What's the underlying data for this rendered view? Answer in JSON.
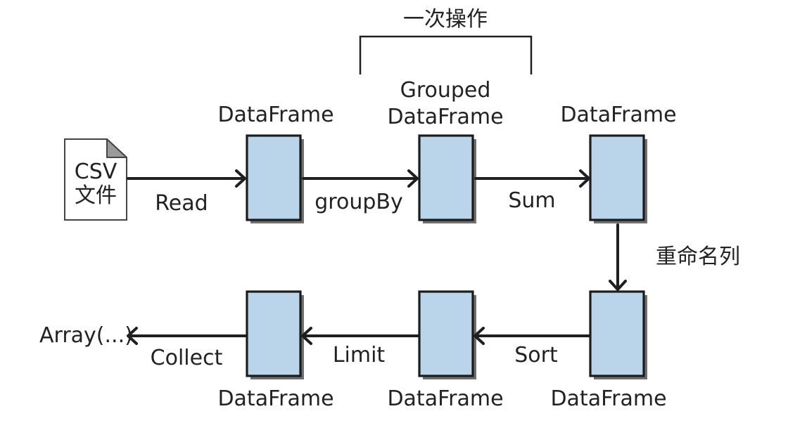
{
  "bracket_label": "一次操作",
  "file": {
    "line1": "CSV",
    "line2": "文件"
  },
  "top_row": {
    "df1_label": "DataFrame",
    "grouped_line1": "Grouped",
    "grouped_line2": "DataFrame",
    "df3_label": "DataFrame"
  },
  "bottom_row": {
    "df4_label": "DataFrame",
    "df5_label": "DataFrame",
    "df6_label": "DataFrame"
  },
  "operations": {
    "read": "Read",
    "group_by": "groupBy",
    "sum": "Sum",
    "rename": "重命名列",
    "sort": "Sort",
    "limit": "Limit",
    "collect": "Collect"
  },
  "result_label": "Array(...)"
}
